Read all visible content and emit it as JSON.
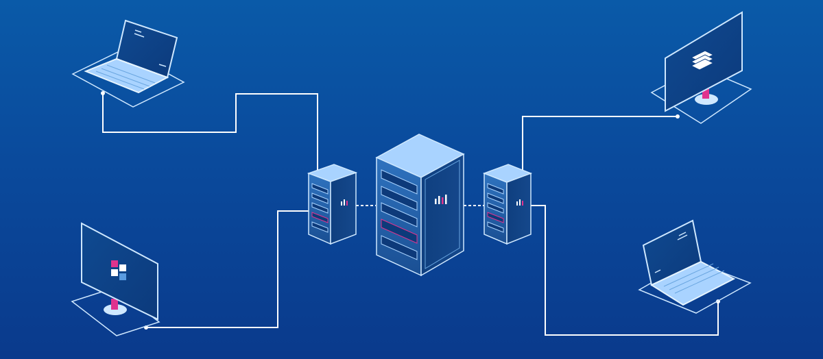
{
  "scene": {
    "description_kind": "isometric network illustration",
    "colors": {
      "background_top": "#0a5aa8",
      "background_bottom": "#0a3a8c",
      "device_outline": "#cfe8ff",
      "device_face": "#1a4f93",
      "device_side": "#0f3f7f",
      "screen": "#0d3f85",
      "keyboard": "#a9d3ff",
      "accent_pink": "#e0338e",
      "connector_line": "#ffffff"
    },
    "devices": [
      {
        "id": "laptop-top-left",
        "type": "laptop"
      },
      {
        "id": "monitor-top-right",
        "type": "monitor",
        "icon": "database-stack-icon"
      },
      {
        "id": "monitor-bottom-left",
        "type": "monitor",
        "icon": "grid-squares-icon"
      },
      {
        "id": "laptop-bottom-right",
        "type": "laptop"
      },
      {
        "id": "server-left",
        "type": "server-rack-small"
      },
      {
        "id": "server-center",
        "type": "server-rack-large"
      },
      {
        "id": "server-right",
        "type": "server-rack-small"
      }
    ]
  }
}
